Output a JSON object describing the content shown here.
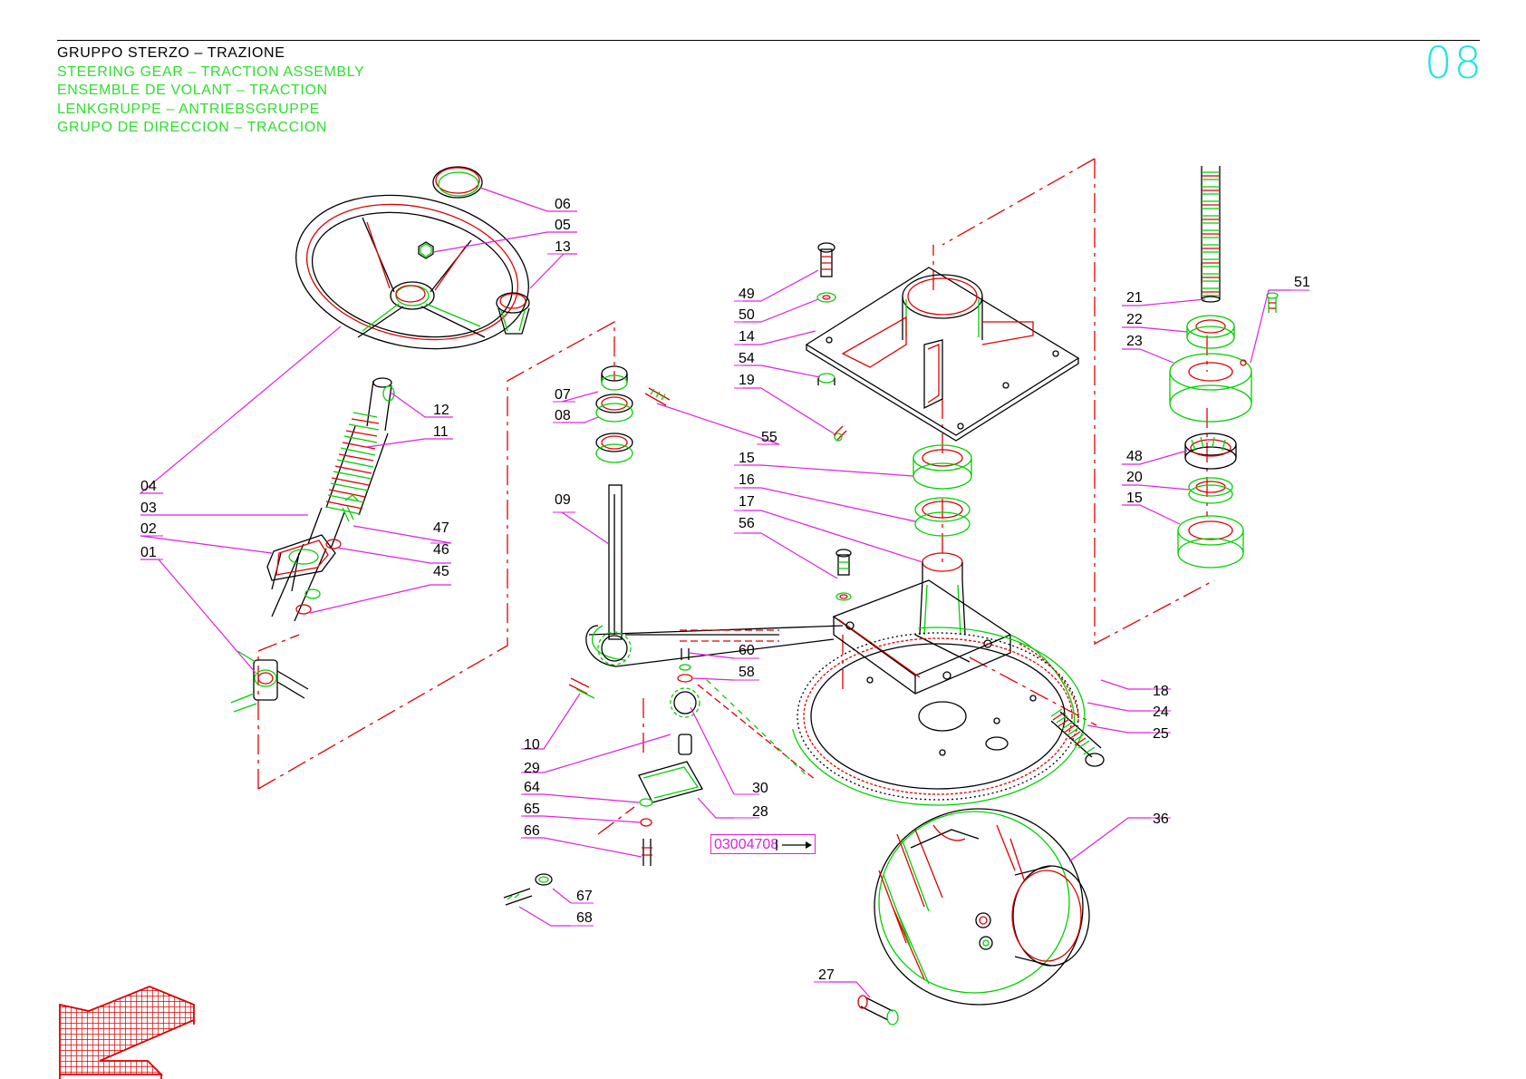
{
  "header": {
    "title_it": "GRUPPO STERZO – TRAZIONE",
    "title_en": "STEERING GEAR – TRACTION ASSEMBLY",
    "title_fr": "ENSEMBLE DE VOLANT – TRACTION",
    "title_de": "LENKGRUPPE – ANTRIEBSGRUPPE",
    "title_es": "GRUPO DE DIRECCION – TRACCION",
    "page_number": "08"
  },
  "reference_code": "03004708",
  "part_labels": [
    "06",
    "05",
    "13",
    "12",
    "11",
    "04",
    "03",
    "02",
    "01",
    "47",
    "46",
    "45",
    "07",
    "08",
    "55",
    "09",
    "49",
    "50",
    "14",
    "54",
    "19",
    "15",
    "16",
    "17",
    "56",
    "60",
    "58",
    "10",
    "29",
    "64",
    "65",
    "66",
    "30",
    "28",
    "67",
    "68",
    "21",
    "22",
    "23",
    "51",
    "48",
    "20",
    "15",
    "18",
    "24",
    "25",
    "36",
    "27"
  ],
  "colors": {
    "leader": "#e020e0",
    "part_red": "#e00000",
    "part_green": "#00d000",
    "page_number": "#22e4e4"
  },
  "icons": [
    "back-arrow-icon"
  ]
}
